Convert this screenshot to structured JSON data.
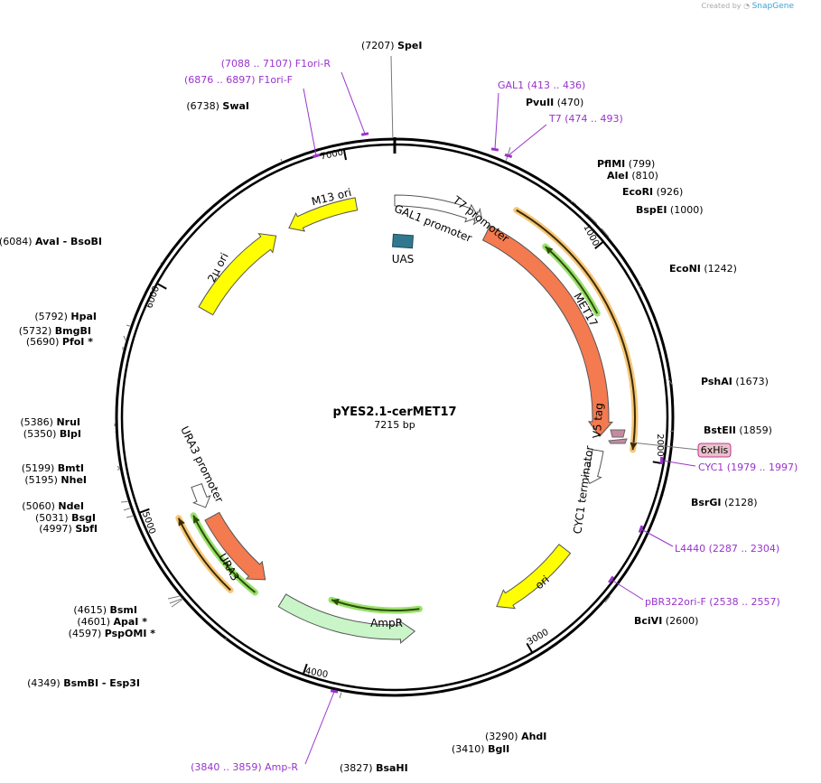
{
  "credit": {
    "prefix": "Created by",
    "brand": "SnapGene"
  },
  "map": {
    "name": "pYES2.1-cerMET17",
    "length_label": "7215 bp",
    "total_bp": 7215
  },
  "ticks": [
    {
      "label": "1000",
      "bp": 1000
    },
    {
      "label": "2000",
      "bp": 2000
    },
    {
      "label": "3000",
      "bp": 3000
    },
    {
      "label": "4000",
      "bp": 4000
    },
    {
      "label": "5000",
      "bp": 5000
    },
    {
      "label": "6000",
      "bp": 6000
    },
    {
      "label": "7000",
      "bp": 7000
    }
  ],
  "enzymes": [
    {
      "name": "SpeI",
      "pos": "(7207)",
      "bp": 7207
    },
    {
      "name": "PvuII",
      "pos": "(470)",
      "bp": 470
    },
    {
      "name": "PflMI",
      "pos": "(799)",
      "bp": 799
    },
    {
      "name": "AleI",
      "pos": "(810)",
      "bp": 810
    },
    {
      "name": "EcoRI",
      "pos": "(926)",
      "bp": 926
    },
    {
      "name": "BspEI",
      "pos": "(1000)",
      "bp": 1000
    },
    {
      "name": "EcoNI",
      "pos": "(1242)",
      "bp": 1242
    },
    {
      "name": "PshAI",
      "pos": "(1673)",
      "bp": 1673
    },
    {
      "name": "BstEII",
      "pos": "(1859)",
      "bp": 1859
    },
    {
      "name": "BsrGI",
      "pos": "(2128)",
      "bp": 2128
    },
    {
      "name": "BciVI",
      "pos": "(2600)",
      "bp": 2600
    },
    {
      "name": "AhdI",
      "pos": "(3290)",
      "bp": 3290
    },
    {
      "name": "BglI",
      "pos": "(3410)",
      "bp": 3410
    },
    {
      "name": "BsaHI",
      "pos": "(3827)",
      "bp": 3827
    },
    {
      "name": "BsmBI",
      "pos": "(4349)",
      "bp": 4349,
      "extra": "- Esp3I"
    },
    {
      "name": "PspOMI *",
      "pos": "(4597)",
      "bp": 4597
    },
    {
      "name": "ApaI *",
      "pos": "(4601)",
      "bp": 4601
    },
    {
      "name": "BsmI",
      "pos": "(4615)",
      "bp": 4615
    },
    {
      "name": "SbfI",
      "pos": "(4997)",
      "bp": 4997
    },
    {
      "name": "BsgI",
      "pos": "(5031)",
      "bp": 5031
    },
    {
      "name": "NdeI",
      "pos": "(5060)",
      "bp": 5060
    },
    {
      "name": "NheI",
      "pos": "(5195)",
      "bp": 5195
    },
    {
      "name": "BmtI",
      "pos": "(5199)",
      "bp": 5199
    },
    {
      "name": "BlpI",
      "pos": "(5350)",
      "bp": 5350
    },
    {
      "name": "NruI",
      "pos": "(5386)",
      "bp": 5386
    },
    {
      "name": "PfoI *",
      "pos": "(5690)",
      "bp": 5690
    },
    {
      "name": "BmgBI",
      "pos": "(5732)",
      "bp": 5732
    },
    {
      "name": "HpaI",
      "pos": "(5792)",
      "bp": 5792
    },
    {
      "name": "AvaI",
      "pos": "(6084)",
      "bp": 6084,
      "extra": "- BsoBI"
    },
    {
      "name": "SwaI",
      "pos": "(6738)",
      "bp": 6738
    }
  ],
  "primers": [
    {
      "name": "F1ori-R",
      "range": "(7088 .. 7107)"
    },
    {
      "name": "F1ori-F",
      "range": "(6876 .. 6897)"
    },
    {
      "name": "GAL1",
      "range": "(413 .. 436)"
    },
    {
      "name": "T7",
      "range": "(474 .. 493)"
    },
    {
      "name": "CYC1",
      "range": "(1979 .. 1997)"
    },
    {
      "name": "L4440",
      "range": "(2287 .. 2304)"
    },
    {
      "name": "pBR322ori-F",
      "range": "(2538 .. 2557)"
    },
    {
      "name": "Amp-R",
      "range": "(3840 .. 3859)"
    }
  ],
  "features": [
    {
      "name": "MET17",
      "color": "#f47a50"
    },
    {
      "name": "URA3",
      "color": "#f47a50"
    },
    {
      "name": "AmpR",
      "color": "#c9f5c9"
    },
    {
      "name": "ori",
      "color": "#ffff00"
    },
    {
      "name": "2μ ori",
      "color": "#ffff00"
    },
    {
      "name": "M13 ori",
      "color": "#ffff00"
    },
    {
      "name": "GAL1 promoter",
      "color": "#ffffff"
    },
    {
      "name": "T7 promoter",
      "color": "#ffffff"
    },
    {
      "name": "CYC1 terminator",
      "color": "#ffffff"
    },
    {
      "name": "URA3 promoter",
      "color": "#ffffff"
    },
    {
      "name": "V5 tag",
      "color": "#c58aa0"
    },
    {
      "name": "6xHis",
      "color": "#e8c2c8"
    },
    {
      "name": "UAS",
      "color": "#31788f"
    }
  ]
}
